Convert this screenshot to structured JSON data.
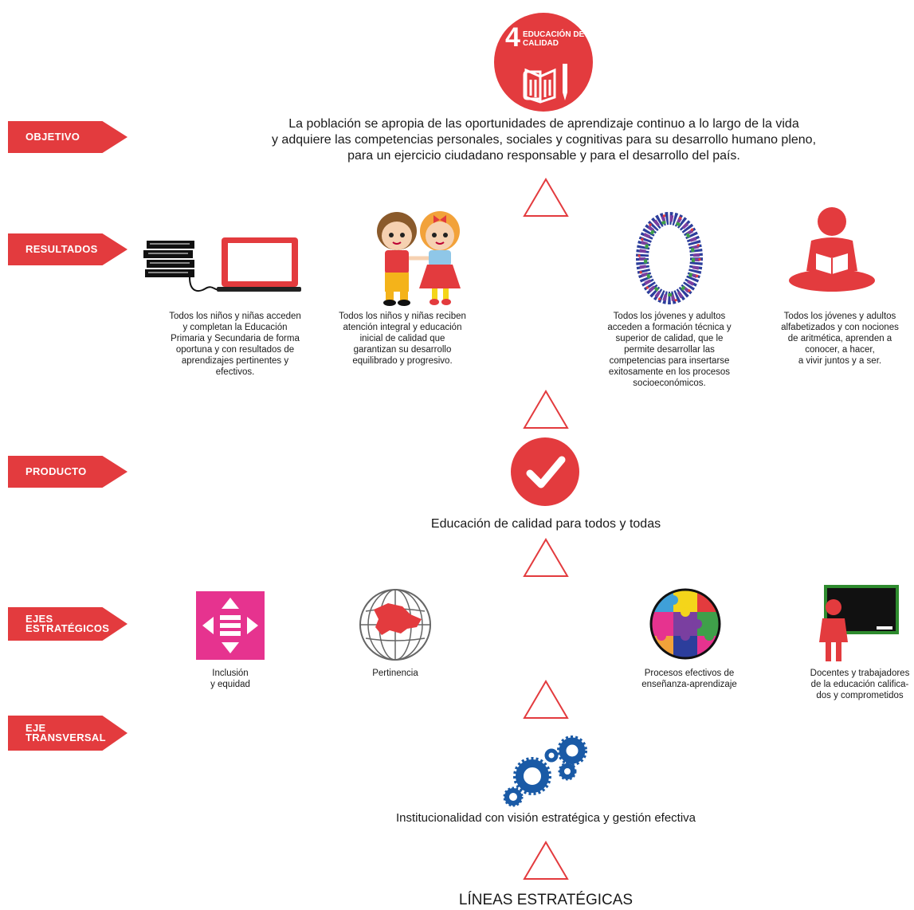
{
  "sdg": {
    "number": "4",
    "line1": "EDUCACIÓN DE",
    "line2": "CALIDAD",
    "color": "#e33b3e"
  },
  "tags": {
    "objetivo": "OBJETIVO",
    "resultados": "RESULTADOS",
    "producto": "PRODUCTO",
    "ejes_line1": "EJES",
    "ejes_line2": "ESTRATÉGICOS",
    "eje_t_line1": "EJE",
    "eje_t_line2": "TRANSVERSAL"
  },
  "objective": {
    "line1": "La población se apropia de las oportunidades de aprendizaje continuo a lo largo de la vida",
    "line2": "y adquiere las competencias personales, sociales y cognitivas para su desarrollo humano pleno,",
    "line3": "para un ejercicio ciudadano responsable y para el desarrollo del país."
  },
  "results": {
    "r1": [
      "Todos los niños y niñas acceden",
      "y completan la Educación",
      "Primaria y Secundaria de forma",
      "oportuna y con resultados de",
      "aprendizajes pertinentes y",
      "efectivos."
    ],
    "r2": [
      "Todos los niños y niñas reciben",
      "atención integral y educación",
      "inicial de calidad que",
      "garantizan su desarrollo",
      "equilibrado y progresivo."
    ],
    "r3": [
      "Todos los jóvenes y adultos",
      "acceden a formación técnica y",
      "superior de calidad, que le",
      "permite desarrollar las",
      "competencias para insertarse",
      "exitosamente en los procesos",
      "socioeconómicos."
    ],
    "r4": [
      "Todos los jóvenes y adultos",
      "alfabetizados y con nociones",
      "de aritmética, aprenden a",
      "conocer, a hacer,",
      "a vivir juntos y a ser."
    ]
  },
  "product": {
    "label": "Educación de calidad para todos y todas"
  },
  "axes": {
    "a1": [
      "Inclusión",
      "y equidad"
    ],
    "a2": [
      "Pertinencia"
    ],
    "a3": [
      "Procesos efectivos de",
      "enseñanza-aprendizaje"
    ],
    "a4": [
      "Docentes y trabajadores",
      "de la educación califica-",
      "dos  y comprometidos"
    ]
  },
  "transversal": {
    "label": "Institucionalidad con visión estratégica y gestión efectiva"
  },
  "footer": {
    "label": "LÍNEAS ESTRATÉGICAS"
  },
  "colors": {
    "accent": "#e33b3e",
    "magenta": "#e6338f",
    "gear_blue": "#1a5aa6",
    "board_green": "#2e8b2e"
  }
}
